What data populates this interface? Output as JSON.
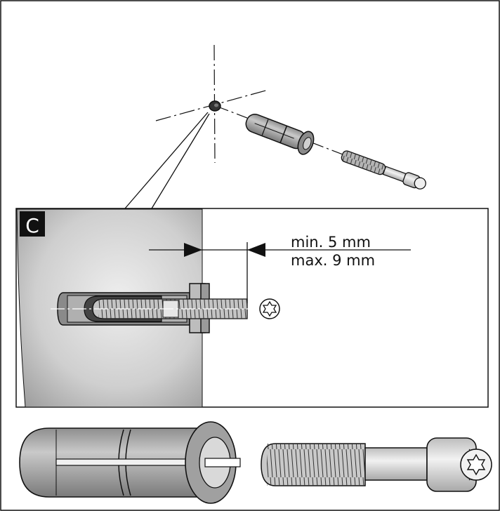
{
  "panel": {
    "letter": "C"
  },
  "dimension": {
    "min_label": "min. 5 mm",
    "max_label": "max. 9 mm"
  },
  "icons": {
    "drive": "torx-drive-icon",
    "plug": "wall-plug-icon",
    "screw": "hanger-bolt-icon",
    "hole": "drill-hole-icon"
  },
  "colors": {
    "line": "#111111",
    "wall": "#c8c8c8",
    "part": "#a9a9a9",
    "screw": "#d6d6d6",
    "badge": "#111111"
  }
}
